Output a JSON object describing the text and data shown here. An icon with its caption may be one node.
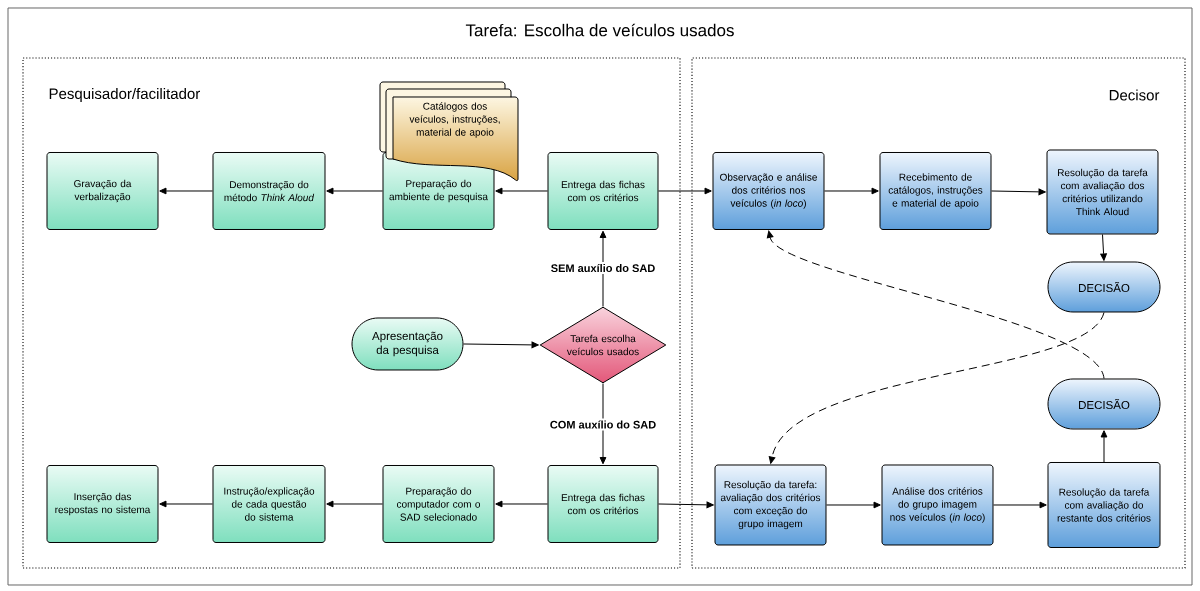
{
  "diagram": {
    "title": "Tarefa: Escolha de veículos usados",
    "nodes": [
      {
        "text": [
          "Pesquisador/facilitador"
        ]
      },
      {
        "text": [
          "Decisor"
        ]
      },
      {
        "text": [
          "Gravação da verbalização"
        ],
        "in": 0
      },
      {
        "text": [
          "Demonstração do método *Think Aloud*"
        ],
        "in": 0
      },
      {
        "text": [
          "Preparação do ambiente de pesquisa"
        ],
        "in": 0
      },
      {
        "text": [
          "Catálogos dos veículos, instruções, material de apoio"
        ],
        "in": 0
      },
      {
        "text": [
          "Entrega das fichas com os critérios"
        ],
        "in": 0
      },
      {
        "text": [
          "Apresentação da pesquisa"
        ],
        "in": 0
      },
      {
        "text": [
          "Tarefa escolha veículos usados"
        ],
        "in": 0
      },
      {
        "text": [
          "Entrega das fichas com os critérios"
        ],
        "in": 0
      },
      {
        "text": [
          "Preparação do computador com o SAD selecionado"
        ],
        "in": 0
      },
      {
        "text": [
          "Instrução/explicação de cada questão do sistema"
        ],
        "in": 0
      },
      {
        "text": [
          "Inserção das respostas no sistema"
        ],
        "in": 0
      },
      {
        "text": [
          "Observação e análise dos critérios nos veículos (*in loco*)"
        ],
        "in": 1
      },
      {
        "text": [
          "Recebimento de catálogos, instruções e material de apoio"
        ],
        "in": 1
      },
      {
        "text": [
          "Resolução da tarefa com avaliação dos critérios utilizando Think Aloud"
        ],
        "in": 1
      },
      {
        "text": [
          "DECISÃO"
        ],
        "in": 1
      },
      {
        "text": [
          "DECISÃO"
        ],
        "in": 1
      },
      {
        "text": [
          "Resolução da tarefa: avaliação dos critérios com exceção do grupo imagem"
        ],
        "in": 1
      },
      {
        "text": [
          "Análise dos critérios do grupo imagem nos veículos (*in loco*)"
        ],
        "in": 1
      },
      {
        "text": [
          "Resolução da tarefa com avaliação do restante dos critérios"
        ],
        "in": 1
      }
    ],
    "edges": [
      {
        "from": 6,
        "to": 4,
        "arrow": "to"
      },
      {
        "from": 4,
        "to": 3,
        "arrow": "to"
      },
      {
        "from": 3,
        "to": 2,
        "arrow": "to"
      },
      {
        "from": 7,
        "to": 8,
        "arrow": "to"
      },
      {
        "from": 8,
        "to": 6,
        "arrow": "to",
        "label": "SEM auxílio do SAD"
      },
      {
        "from": 8,
        "to": 9,
        "arrow": "to",
        "label": "COM auxílio do SAD"
      },
      {
        "from": 9,
        "to": 10,
        "arrow": "to"
      },
      {
        "from": 10,
        "to": 11,
        "arrow": "to"
      },
      {
        "from": 11,
        "to": 12,
        "arrow": "to"
      },
      {
        "from": 6,
        "to": 13,
        "arrow": "to"
      },
      {
        "from": 13,
        "to": 14,
        "arrow": "to"
      },
      {
        "from": 14,
        "to": 15,
        "arrow": "to"
      },
      {
        "from": 15,
        "to": 16,
        "arrow": "to"
      },
      {
        "from": 9,
        "to": 18,
        "arrow": "to"
      },
      {
        "from": 18,
        "to": 19,
        "arrow": "to"
      },
      {
        "from": 19,
        "to": 20,
        "arrow": "to"
      },
      {
        "from": 20,
        "to": 17,
        "arrow": "to"
      },
      {
        "from": 16,
        "to": 18,
        "arrow": "to",
        "style": "dashed"
      },
      {
        "from": 17,
        "to": 13,
        "arrow": "to",
        "style": "dashed"
      }
    ]
  }
}
